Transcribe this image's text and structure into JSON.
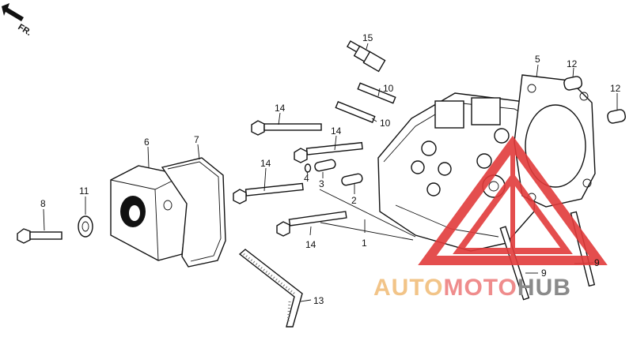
{
  "direction_marker": {
    "label": "FR."
  },
  "callouts": [
    {
      "id": "c1",
      "label": "1"
    },
    {
      "id": "c2",
      "label": "2"
    },
    {
      "id": "c3",
      "label": "3"
    },
    {
      "id": "c4",
      "label": "4"
    },
    {
      "id": "c5",
      "label": "5"
    },
    {
      "id": "c6",
      "label": "6"
    },
    {
      "id": "c7",
      "label": "7"
    },
    {
      "id": "c8",
      "label": "8"
    },
    {
      "id": "c9a",
      "label": "9"
    },
    {
      "id": "c9b",
      "label": "9"
    },
    {
      "id": "c10a",
      "label": "10"
    },
    {
      "id": "c10b",
      "label": "10"
    },
    {
      "id": "c11",
      "label": "11"
    },
    {
      "id": "c12a",
      "label": "12"
    },
    {
      "id": "c12b",
      "label": "12"
    },
    {
      "id": "c13",
      "label": "13"
    },
    {
      "id": "c14a",
      "label": "14"
    },
    {
      "id": "c14b",
      "label": "14"
    },
    {
      "id": "c14c",
      "label": "14"
    },
    {
      "id": "c14d",
      "label": "14"
    },
    {
      "id": "c15",
      "label": "15"
    }
  ],
  "watermark": {
    "part1": "AUTO",
    "part2": "MOTO",
    "part3": "HUB",
    "colors": {
      "auto": "#f2c488",
      "moto": "#ef8c8c",
      "hub": "#8a8a8a",
      "triangle": "#e23b3b"
    }
  }
}
